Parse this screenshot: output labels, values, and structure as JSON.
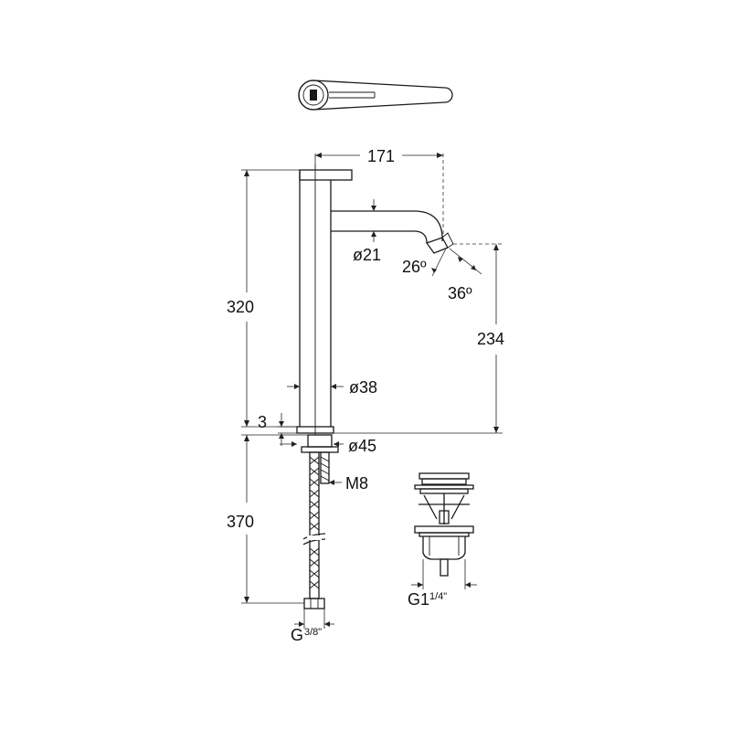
{
  "dimensions": {
    "spout_reach": "171",
    "spout_diameter": "ø21",
    "spray_angle_a": "26º",
    "spray_angle_b": "36º",
    "height_total": "320",
    "spout_height": "234",
    "body_diameter": "ø38",
    "base_offset": "3",
    "base_diameter": "ø45",
    "stud_thread": "M8",
    "hose_length": "370",
    "hose_thread_main": "G",
    "hose_thread_sup": "3/8\"",
    "waste_thread_main": "G1",
    "waste_thread_sup": "1/4\""
  },
  "colors": {
    "line": "#1a1a1a",
    "background": "#ffffff"
  }
}
